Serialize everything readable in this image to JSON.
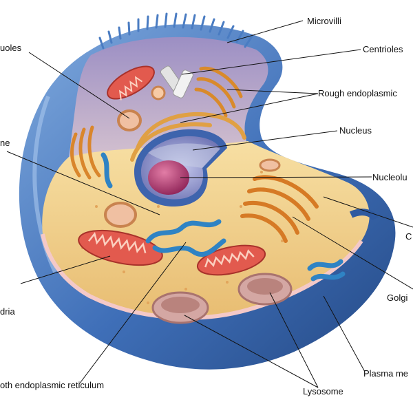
{
  "labels": {
    "microvilli": "Microvilli",
    "vacuoles": "uoles",
    "centrioles": "Centrioles",
    "rough_er": "Rough endoplasmic",
    "membrane_left": "ne",
    "nucleus": "Nucleus",
    "nucleolus": "Nucleolu",
    "cytoplasm": "C",
    "mitochondria": "dria",
    "golgi": "Golgi",
    "smooth_er": "oth endoplasmic reticulum",
    "plasma_membrane": "Plasma me",
    "lysosome": "Lysosome"
  },
  "colors": {
    "membrane_blue": "#3f6fb8",
    "cytoplasm": "#f2d28e",
    "back_wall": "#b7a6cf",
    "mitochondria": "#e25a4e",
    "golgi": "#e19a37",
    "smooth_er": "#2f83c4",
    "nucleus_inner": "#8f94c9",
    "nucleolus": "#b63a72",
    "lysosome": "#d4a7a3"
  }
}
